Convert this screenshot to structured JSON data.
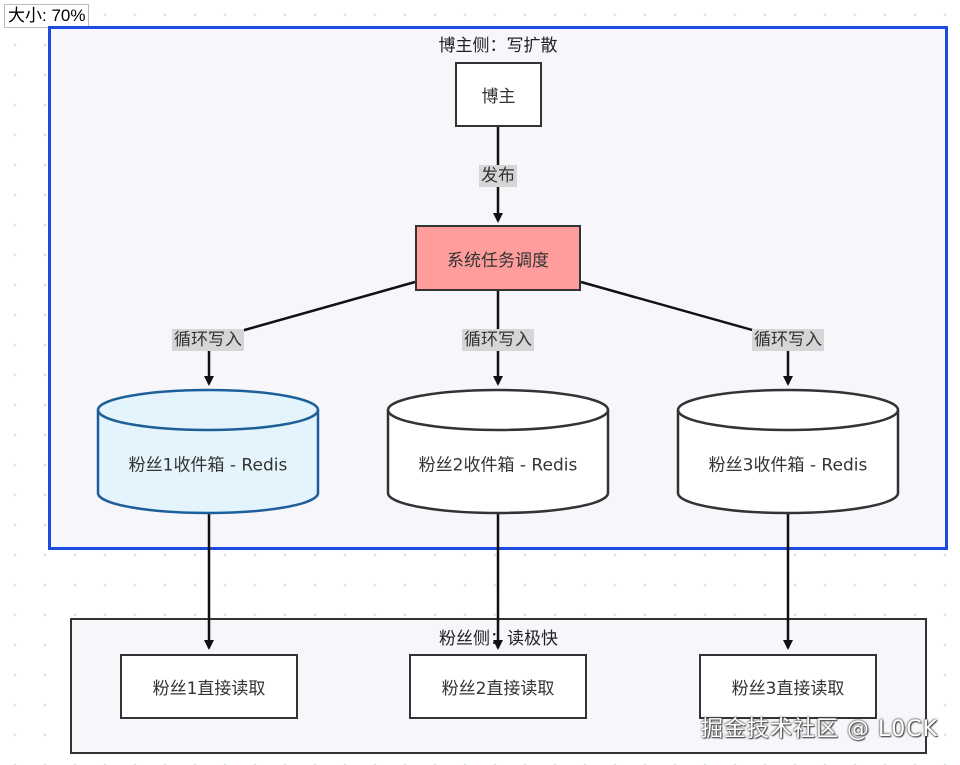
{
  "toolbar": {
    "zoom_label": "大小: 70%"
  },
  "groups": {
    "blogger_title": "博主侧：写扩散",
    "fan_title": "粉丝侧：读极快"
  },
  "nodes": {
    "blogger": "博主",
    "task": "系统任务调度",
    "inbox1": "粉丝1收件箱 - Redis",
    "inbox2": "粉丝2收件箱 - Redis",
    "inbox3": "粉丝3收件箱 - Redis",
    "read1": "粉丝1直接读取",
    "read2": "粉丝2直接读取",
    "read3": "粉丝3直接读取"
  },
  "edges": {
    "publish": "发布",
    "write1": "循环写入",
    "write2": "循环写入",
    "write3": "循环写入"
  },
  "colors": {
    "blogger_border": "#1a4bdc",
    "task_fill": "#ff9d9d",
    "inbox1_fill": "#e3f4fd",
    "inbox1_stroke": "#1f5f99"
  },
  "watermark": "掘金技术社区 @ L0CK"
}
